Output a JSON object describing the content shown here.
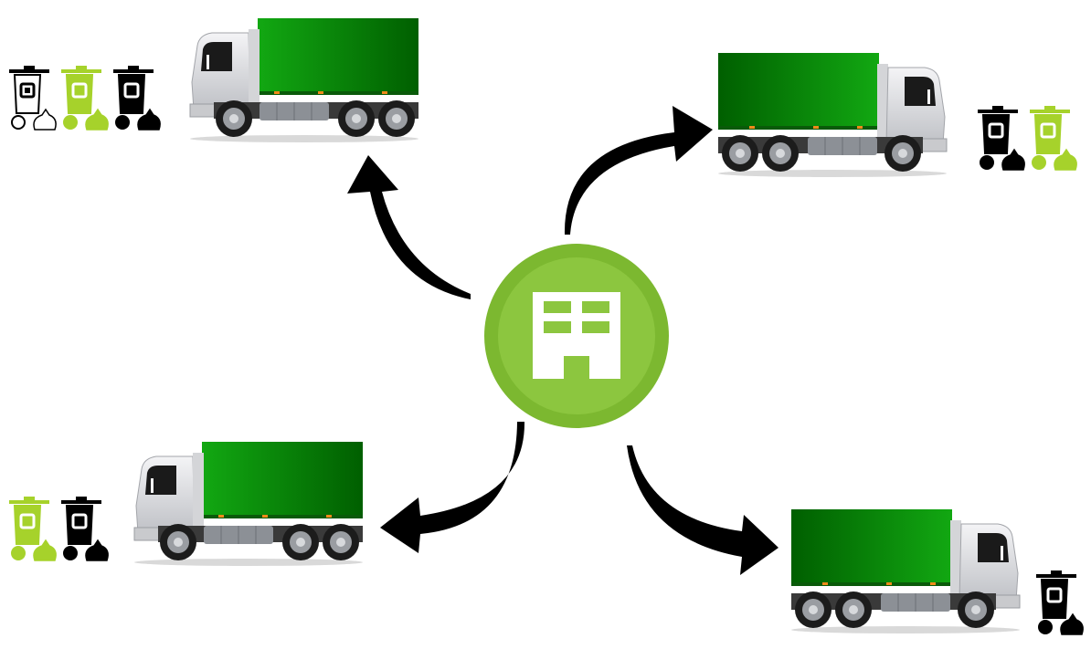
{
  "colors": {
    "hub_outer": "#7cb830",
    "hub_inner": "#8cc63f",
    "box_light": "#12a812",
    "box_dark": "#005f00",
    "cab": "#e8e8ea",
    "chassis": "#2a2a2a",
    "bin_green": "#a6d22b",
    "bin_black": "#000000",
    "bin_white": "#ffffff",
    "arrow": "#000000"
  },
  "hub": {
    "icon": "office-building-icon"
  },
  "routes": [
    {
      "id": "nw",
      "truck_direction": "left",
      "bins": [
        "white",
        "green",
        "black"
      ]
    },
    {
      "id": "ne",
      "truck_direction": "right",
      "bins": [
        "black",
        "green"
      ]
    },
    {
      "id": "sw",
      "truck_direction": "left",
      "bins": [
        "green",
        "black"
      ]
    },
    {
      "id": "se",
      "truck_direction": "right",
      "bins": [
        "black"
      ]
    }
  ]
}
